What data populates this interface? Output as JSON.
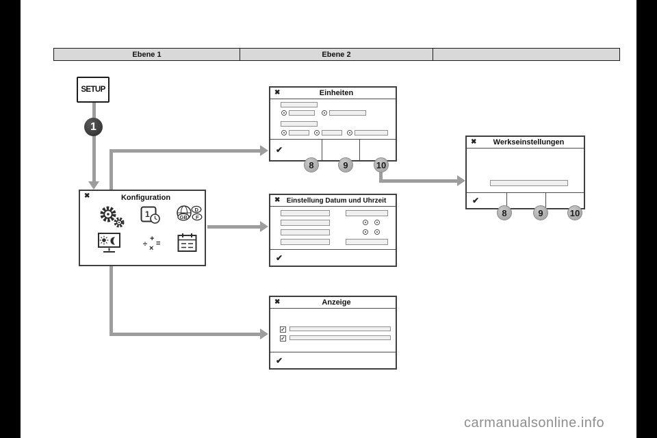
{
  "watermark": "carmanualsonline.info",
  "level_bar": {
    "cells": [
      "Ebene 1",
      "Ebene 2",
      ""
    ]
  },
  "setup": {
    "label": "SETUP",
    "step_badge": "1"
  },
  "icons": {
    "close": "✖",
    "confirm": "✔",
    "check": "✓",
    "clock_digit": "1",
    "lang_gb": "GB",
    "lang_d": "D",
    "lang_f": "F",
    "math": [
      "+",
      "÷",
      "×",
      "="
    ]
  },
  "dialogs": {
    "konfiguration": {
      "title": "Konfiguration"
    },
    "einheiten": {
      "title": "Einheiten",
      "key_badges": [
        "8",
        "9",
        "10"
      ]
    },
    "datum_uhrzeit": {
      "title": "Einstellung Datum und Uhrzeit"
    },
    "anzeige": {
      "title": "Anzeige"
    },
    "werkseinstellungen": {
      "title": "Werkseinstellungen",
      "key_badges": [
        "8",
        "9",
        "10"
      ]
    }
  },
  "colors": {
    "arrow": "#9d9d9d",
    "step_badge_bg": "#3d3d3d",
    "key_badge_bg": "#b3b3b3",
    "header_bar_bg": "#d9d9d9"
  }
}
